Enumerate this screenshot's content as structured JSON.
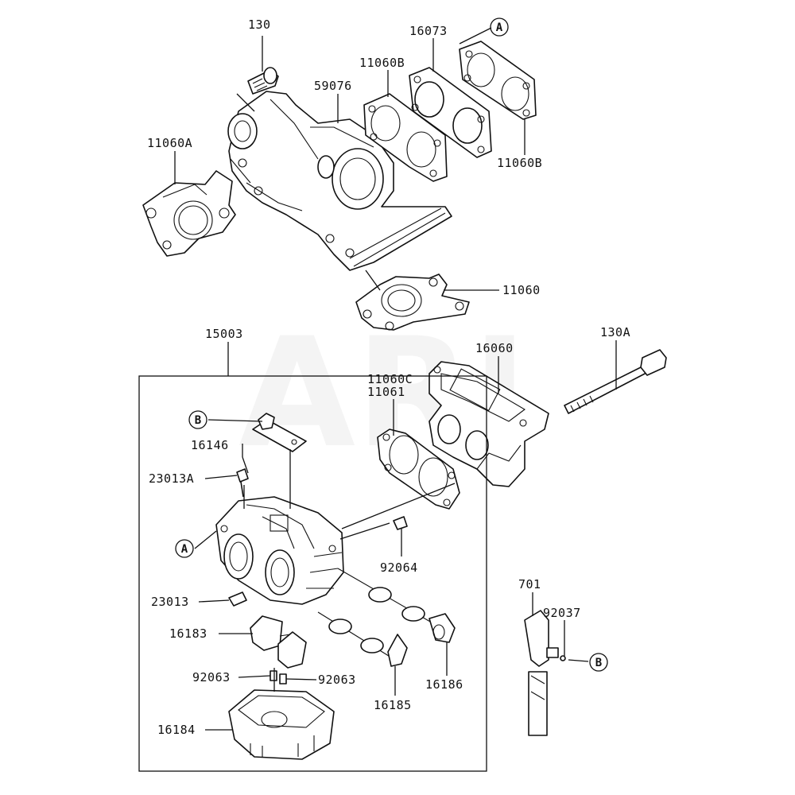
{
  "watermark": "ARI",
  "part_labels": {
    "p130": "130",
    "p16073": "16073",
    "p11060B_top": "11060B",
    "p59076": "59076",
    "p11060B_right": "11060B",
    "p11060A": "11060A",
    "p11060": "11060",
    "p15003": "15003",
    "p130A": "130A",
    "p16060": "16060",
    "p11060C": "11060C",
    "p11061": "11061",
    "p16146": "16146",
    "p23013A": "23013A",
    "p92064": "92064",
    "p23013": "23013",
    "p16183": "16183",
    "p92063_left": "92063",
    "p92063_right": "92063",
    "p16186": "16186",
    "p16185": "16185",
    "p16184": "16184",
    "p701": "701",
    "p92037": "92037"
  },
  "callouts": {
    "a_top": "A",
    "b_left": "B",
    "a_left": "A",
    "b_right": "B"
  }
}
